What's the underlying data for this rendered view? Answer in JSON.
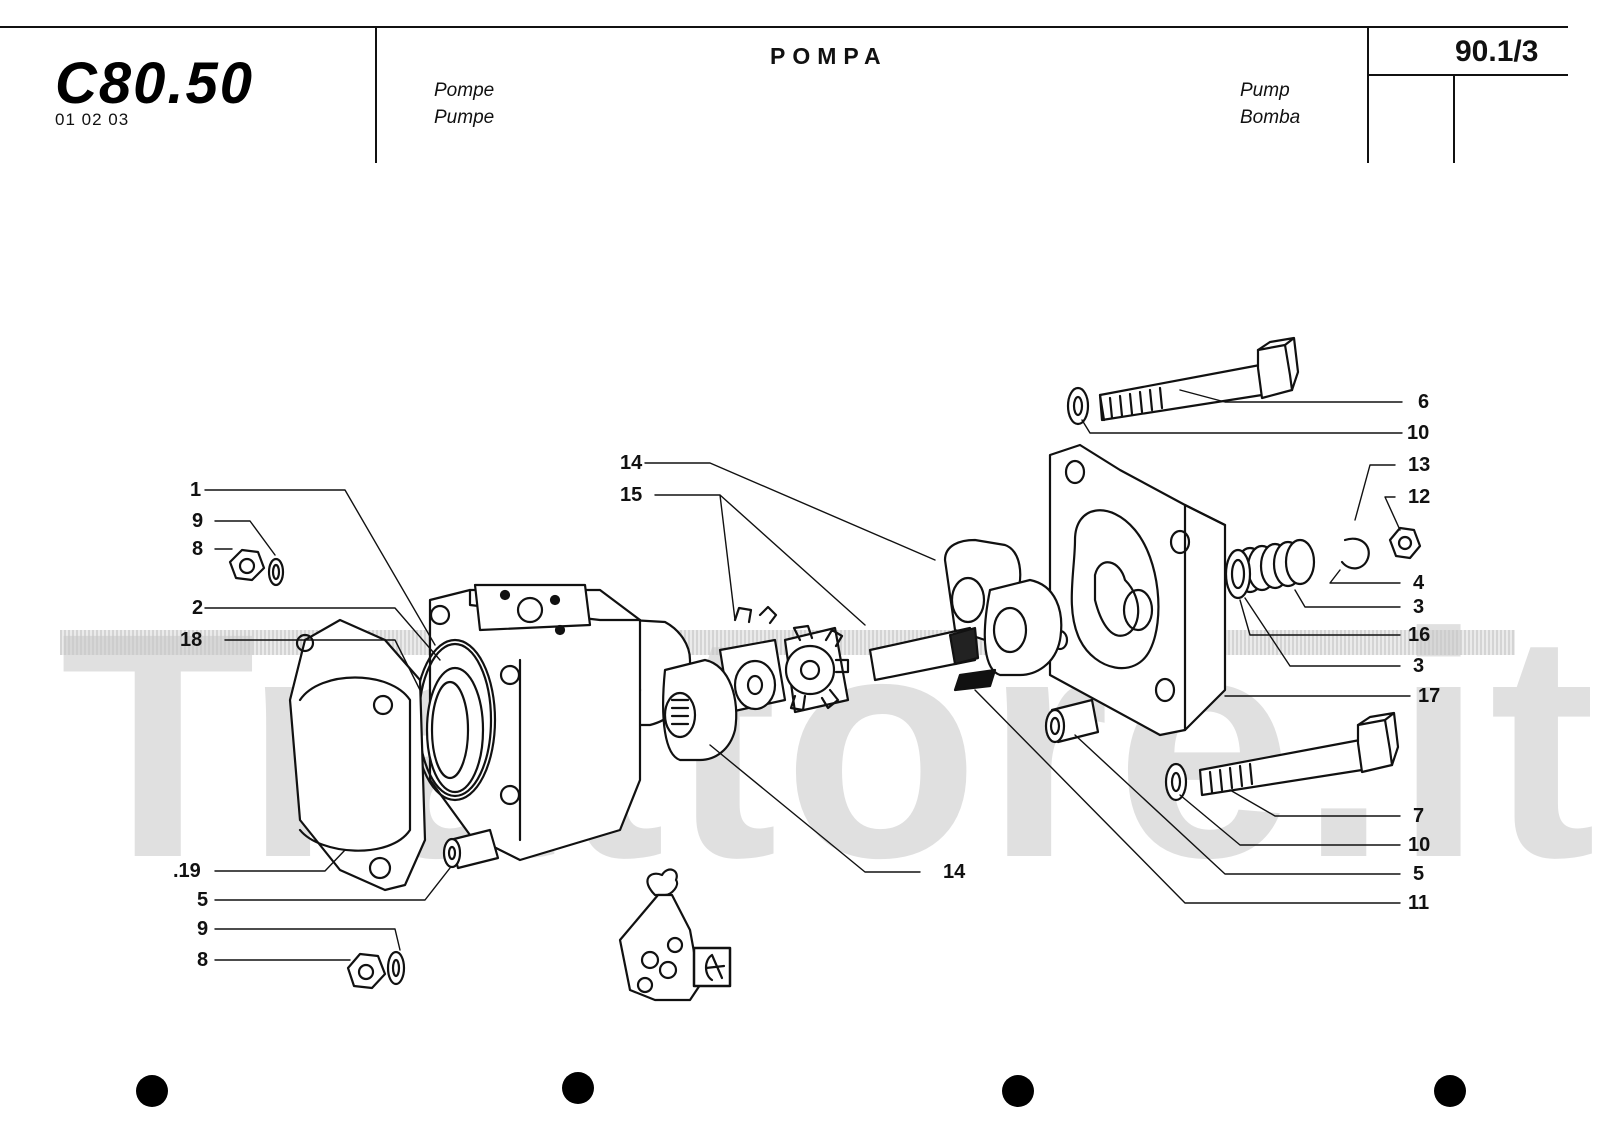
{
  "header": {
    "model_logo": "C80.50",
    "model_codes": "01 02 03",
    "title_it": "POMPA",
    "title_fr": "Pompe",
    "title_de": "Pumpe",
    "title_en": "Pump",
    "title_es": "Bomba",
    "page_number": "90.1/3"
  },
  "watermark": "Trattore.it",
  "callouts": [
    {
      "id": "c1",
      "text": "1"
    },
    {
      "id": "c9a",
      "text": "9"
    },
    {
      "id": "c8a",
      "text": "8"
    },
    {
      "id": "c2",
      "text": "2"
    },
    {
      "id": "c18",
      "text": "18"
    },
    {
      "id": "c19",
      "text": ".19"
    },
    {
      "id": "c5a",
      "text": "5"
    },
    {
      "id": "c9b",
      "text": "9"
    },
    {
      "id": "c8b",
      "text": "8"
    },
    {
      "id": "c14a",
      "text": "14"
    },
    {
      "id": "c15",
      "text": "15"
    },
    {
      "id": "c14b",
      "text": "14"
    },
    {
      "id": "c6",
      "text": "6"
    },
    {
      "id": "c10a",
      "text": "10"
    },
    {
      "id": "c13",
      "text": "13"
    },
    {
      "id": "c12",
      "text": "12"
    },
    {
      "id": "c4",
      "text": "4"
    },
    {
      "id": "c3a",
      "text": "3"
    },
    {
      "id": "c16",
      "text": "16"
    },
    {
      "id": "c3b",
      "text": "3"
    },
    {
      "id": "c17",
      "text": "17"
    },
    {
      "id": "c7",
      "text": "7"
    },
    {
      "id": "c10b",
      "text": "10"
    },
    {
      "id": "c5b",
      "text": "5"
    },
    {
      "id": "c11",
      "text": "11"
    }
  ],
  "icons": [
    "parts-bag-icon",
    "seal-kit-icon",
    "registration-hole-icon"
  ]
}
